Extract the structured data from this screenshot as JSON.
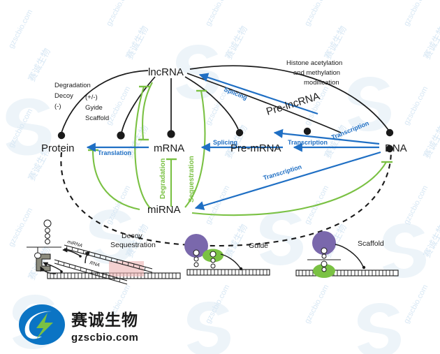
{
  "figure": {
    "title": "lncRNA regulatory mechanisms diagram",
    "colors": {
      "black": "#1a1a1a",
      "blue": "#1f6fc4",
      "green": "#7ac143",
      "purple": "#7a68ac",
      "pink": "#edb4b4",
      "gray_complex": "#8c8c7e",
      "watermark": "#d7e7f4",
      "logo_blue": "#0b74c4",
      "logo_green": "#7ac143"
    }
  },
  "nodes": {
    "protein": "Protein",
    "mrna": "mRNA",
    "premrna": "Pre-mRNA",
    "dna": "DNA",
    "lncrna": "lncRNA",
    "prelncrna": "Pre-lncRNA",
    "mirna": "miRNA"
  },
  "edge_labels": {
    "translation": "Translation",
    "splicing_mrna": "Splicing",
    "splicing_lncrna": "Splicing",
    "transcription_premrna": "Transcription",
    "transcription_prelncrna": "Transcription",
    "transcription_mirna": "Transcription",
    "degradation": "Degradation",
    "sequestration": "Sequestration"
  },
  "annotations": {
    "left_block": [
      "Degradation",
      "Decoy",
      "(-)"
    ],
    "mid_block": [
      "(+/-)",
      "Gyide",
      "Scaffold"
    ],
    "histone": [
      "Histone acetylation",
      "and methylation",
      "modification"
    ]
  },
  "panels": {
    "decoy": {
      "line1": "Decoy",
      "line2": "Sequestration",
      "mirna_label": "miRNA",
      "rna_label": "RNA"
    },
    "guide": {
      "title": "Guide"
    },
    "scaffold": {
      "title": "Scaffold"
    }
  },
  "logo": {
    "brand_cn": "赛诚生物",
    "brand_url": "gzscbio.com"
  },
  "watermark": {
    "text_en": "gzscbio.com",
    "text_cn": "赛诚生物"
  }
}
